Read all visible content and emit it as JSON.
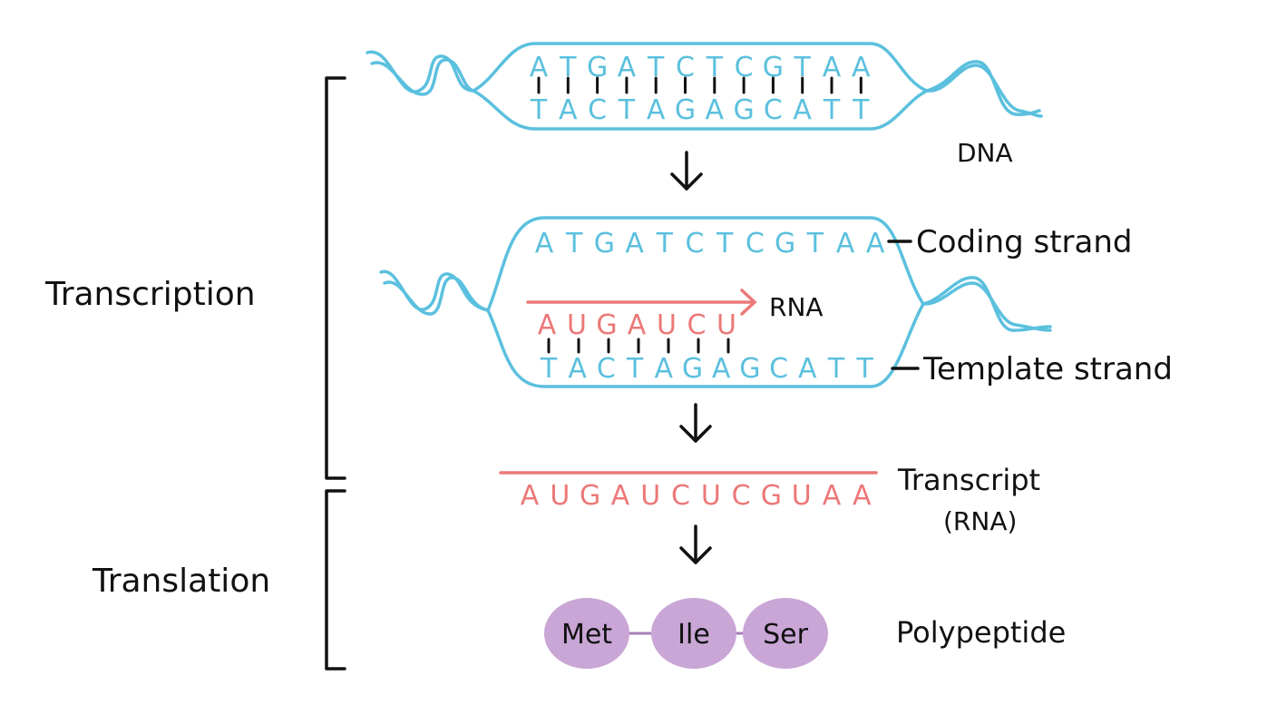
{
  "labels": {
    "transcription": "Transcription",
    "translation": "Translation",
    "dna": "DNA",
    "coding_strand": "Coding strand",
    "rna": "RNA",
    "template_strand": "Template strand",
    "transcript_line1": "Transcript",
    "transcript_line2": "(RNA)",
    "polypeptide": "Polypeptide"
  },
  "dna": {
    "top_strand": [
      "A",
      "T",
      "G",
      "A",
      "T",
      "C",
      "T",
      "C",
      "G",
      "T",
      "A",
      "A"
    ],
    "bottom_strand": [
      "T",
      "A",
      "C",
      "T",
      "A",
      "G",
      "A",
      "G",
      "C",
      "A",
      "T",
      "T"
    ]
  },
  "unzipped": {
    "coding_strand": [
      "A",
      "T",
      "G",
      "A",
      "T",
      "C",
      "T",
      "C",
      "G",
      "T",
      "A",
      "A"
    ],
    "growing_rna": [
      "A",
      "U",
      "G",
      "A",
      "U",
      "C",
      "U"
    ],
    "template_strand": [
      "T",
      "A",
      "C",
      "T",
      "A",
      "G",
      "A",
      "G",
      "C",
      "A",
      "T",
      "T"
    ]
  },
  "transcript": [
    "A",
    "U",
    "G",
    "A",
    "U",
    "C",
    "U",
    "C",
    "G",
    "U",
    "A",
    "A"
  ],
  "polypeptide": [
    "Met",
    "Ile",
    "Ser"
  ],
  "colors": {
    "dna": "#5bc0de",
    "rna": "#ec7878",
    "amino_acid": "#c9a6d6",
    "ink": "#111111"
  }
}
